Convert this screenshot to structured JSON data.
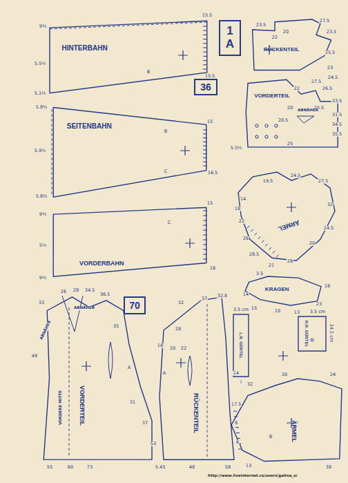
{
  "diagram": {
    "nodes": [
      {
        "text": [
          "HINTERBAHN"
        ]
      },
      {
        "text": [
          "1 A"
        ]
      },
      {
        "text": [
          "RÜCKENTEIL"
        ]
      },
      {
        "text": [
          "36"
        ]
      },
      {
        "text": [
          "VORDERTEIL"
        ]
      },
      {
        "text": [
          "SEITENBAHN"
        ]
      },
      {
        "text": [
          "ÄRMEL"
        ]
      },
      {
        "text": [
          "VORDERBAHN"
        ]
      },
      {
        "text": [
          "70"
        ]
      },
      {
        "text": [
          "VORDERTEIL"
        ]
      },
      {
        "text": [
          "RÜCKENTEIL"
        ]
      },
      {
        "text": [
          "KRAGEN"
        ]
      },
      {
        "text": [
          "L.R. GÜRTEL"
        ]
      },
      {
        "text": [
          "R.R. GÜRTEL"
        ]
      },
      {
        "text": [
          "ÄRMEL"
        ]
      }
    ],
    "labels": [
      "9½",
      "5.5½",
      "5.1½",
      "15.5",
      "15.5",
      "B",
      "5.8½",
      "5.9½",
      "5.8½",
      "15",
      "16.5",
      "B",
      "C",
      "9½",
      "5½",
      "9½",
      "C",
      "15",
      "16",
      "27.5",
      "23.5",
      "22",
      "20",
      "25.5",
      "23",
      "23.5",
      "24.5",
      "27.5",
      "26.5",
      "25.5",
      "20",
      "33.5",
      "31.5",
      "34.5",
      "35.5",
      "22",
      "20.5",
      "25",
      "5.5½",
      "ABNÄHER",
      "24.5",
      "19.5",
      "27.5",
      "14",
      "18",
      "22",
      "26",
      "28.5",
      "21",
      "28",
      "20",
      "24.5",
      "32",
      "33",
      "26",
      "28",
      "34.5",
      "36.5",
      "35",
      "31",
      "37",
      "53",
      "55",
      "60",
      "73",
      "49",
      "A",
      "ABNÄHER",
      "VORDERE MITTE",
      "ABNÄHER",
      "32",
      "37",
      "32.8",
      "28",
      "18",
      "20",
      "22",
      "A",
      "14",
      "5.43",
      "48",
      "58",
      "3.5",
      "14",
      "15",
      "10",
      "13",
      "23",
      "18",
      "3.5 cm",
      "I",
      "3.5 cm",
      "24.5 cm",
      "32",
      "30",
      "24",
      "17.5",
      "8",
      "6",
      "13",
      "38",
      "B",
      "http://www.liveinternet.ru/users/galina_o/"
    ]
  }
}
